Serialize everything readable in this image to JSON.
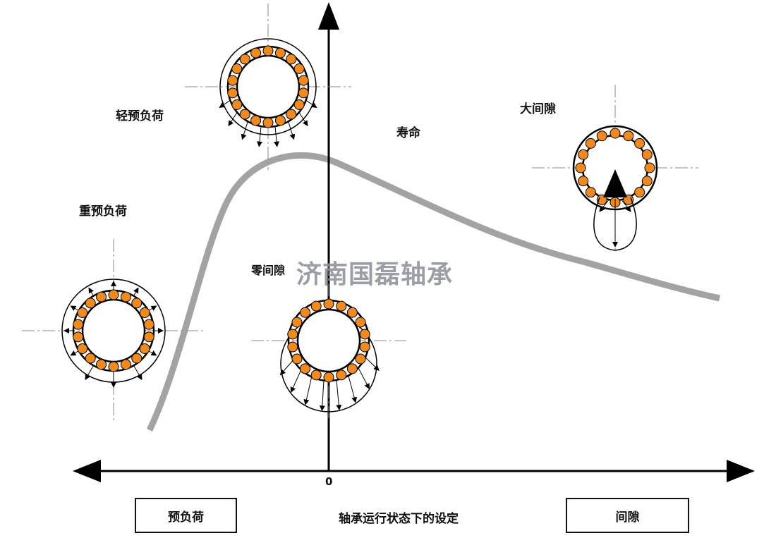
{
  "diagram": {
    "origin_label": "0",
    "x_axis_caption": "轴承运行状态下的设定",
    "left_box": "预负荷",
    "right_box": "间隙",
    "curve_label": "寿命",
    "labels": {
      "light_preload": "轻预负荷",
      "heavy_preload": "重预负荷",
      "zero_clearance": "零间隙",
      "large_clearance": "大间隙"
    },
    "watermark": "济南国磊轴承"
  },
  "colors": {
    "ball_fill": "#f08a1c",
    "curve": "#a3a3a3",
    "axis": "#000000"
  }
}
